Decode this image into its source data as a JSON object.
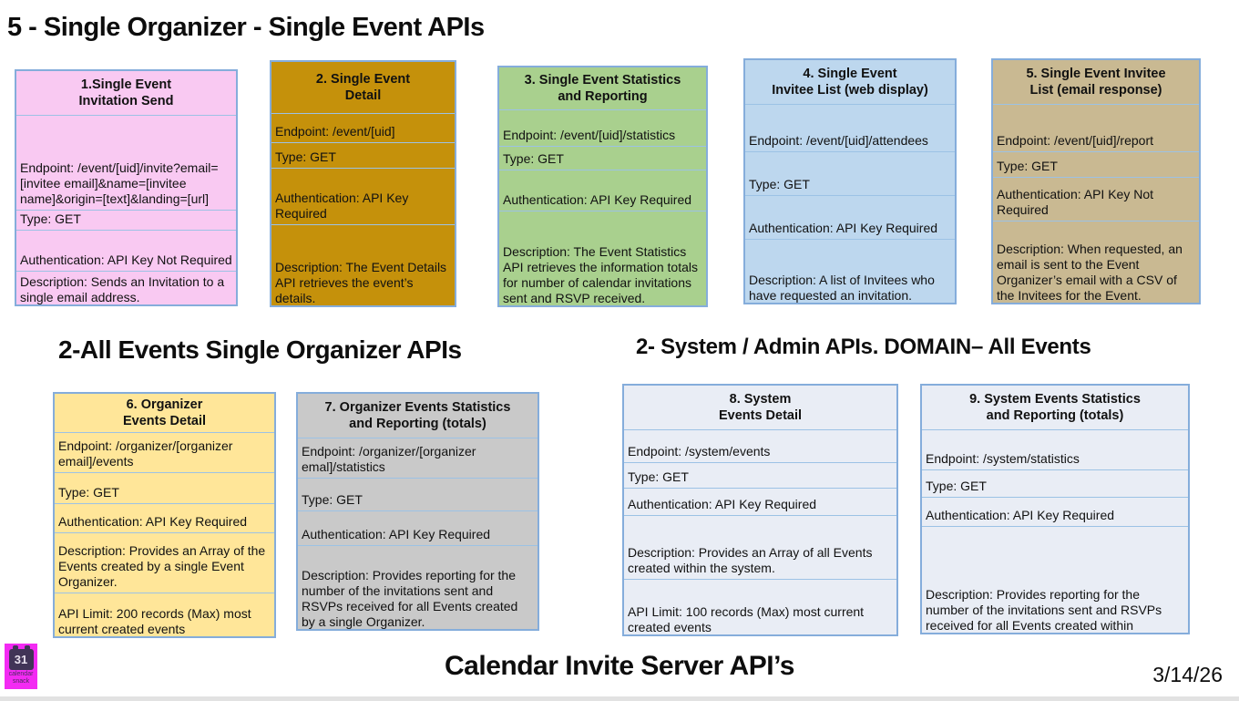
{
  "page": {
    "top_title": "5 - Single Organizer - Single Event APIs",
    "section_all_events_title": "2-All Events Single Organizer APIs",
    "section_system_title": "2- System / Admin APIs. DOMAIN– All Events",
    "footer_title": "Calendar Invite Server API’s",
    "date": "3/14/26"
  },
  "logo": {
    "day": "31",
    "name_line1": "calendar",
    "name_line2": "snack"
  },
  "colors": {
    "box1_pink": "#F9C9F2",
    "box2_gold": "#C5910B",
    "box3_green": "#A9D08E",
    "box4_blue": "#BDD7EE",
    "box5_tan": "#C9B992",
    "box6_yellow": "#FFE699",
    "box7_gray": "#C9C9C9",
    "box8_9_lightblue": "#E9EDF5",
    "table_border": "#85ADDB",
    "row_divider": "#9CC2E5",
    "logo_magenta": "#F32AF3"
  },
  "boxes": {
    "b1": {
      "title": "1.Single Event\nInvitation Send",
      "endpoint": "Endpoint: /event/[uid]/invite?email=[invitee email]&name=[invitee name]&origin=[text]&landing=[url]",
      "type": "Type: GET",
      "auth": "Authentication: API Key Not Required",
      "desc": "Description: Sends an Invitation to a single email address."
    },
    "b2": {
      "title": "2. Single Event\nDetail",
      "endpoint": "Endpoint: /event/[uid]",
      "type": "Type: GET",
      "auth": "Authentication: API Key Required",
      "desc": "Description: The Event Details API retrieves the event’s details."
    },
    "b3": {
      "title": "3. Single Event Statistics\nand Reporting",
      "endpoint": "Endpoint: /event/[uid]/statistics",
      "type": "Type: GET",
      "auth": "Authentication: API Key Required",
      "desc": "Description: The Event Statistics API retrieves the information totals for number of calendar invitations sent and RSVP received."
    },
    "b4": {
      "title": "4. Single Event\nInvitee List (web display)",
      "endpoint": "Endpoint: /event/[uid]/attendees",
      "type": "Type: GET",
      "auth": "Authentication: API Key Required",
      "desc": "Description: A list of Invitees who have requested an invitation."
    },
    "b5": {
      "title": "5. Single Event Invitee\nList (email response)",
      "endpoint": "Endpoint: /event/[uid]/report",
      "type": "Type: GET",
      "auth": "Authentication: API Key Not Required",
      "desc": "Description: When requested, an email is sent to the Event Organizer’s email with a CSV of the Invitees for the Event."
    },
    "b6": {
      "title": "6. Organizer\nEvents Detail",
      "endpoint": "Endpoint: /organizer/[organizer email]/events",
      "type": "Type: GET",
      "auth": "Authentication: API Key Required",
      "desc": "Description: Provides an Array of the Events created by a single Event Organizer.",
      "limit": "API Limit: 200 records (Max) most current created events"
    },
    "b7": {
      "title": "7. Organizer Events Statistics\nand Reporting (totals)",
      "endpoint": "Endpoint: /organizer/[organizer emal]/statistics",
      "type": "Type: GET",
      "auth": "Authentication: API Key Required",
      "desc": "Description: Provides reporting for the number of the invitations sent and RSVPs received for all Events created by a single Organizer."
    },
    "b8": {
      "title": "8. System\nEvents Detail",
      "endpoint": "Endpoint: /system/events",
      "type": "Type: GET",
      "auth": "Authentication: API Key Required",
      "desc": "Description: Provides an Array of all Events created within the system.",
      "limit": "API Limit: 100 records (Max) most current created events"
    },
    "b9": {
      "title": "9. System Events Statistics\nand Reporting (totals)",
      "endpoint": "Endpoint: /system/statistics",
      "type": "Type: GET",
      "auth": "Authentication: API Key Required",
      "desc": "Description: Provides reporting for the number of the invitations sent and RSVPs received for all Events created within"
    }
  }
}
